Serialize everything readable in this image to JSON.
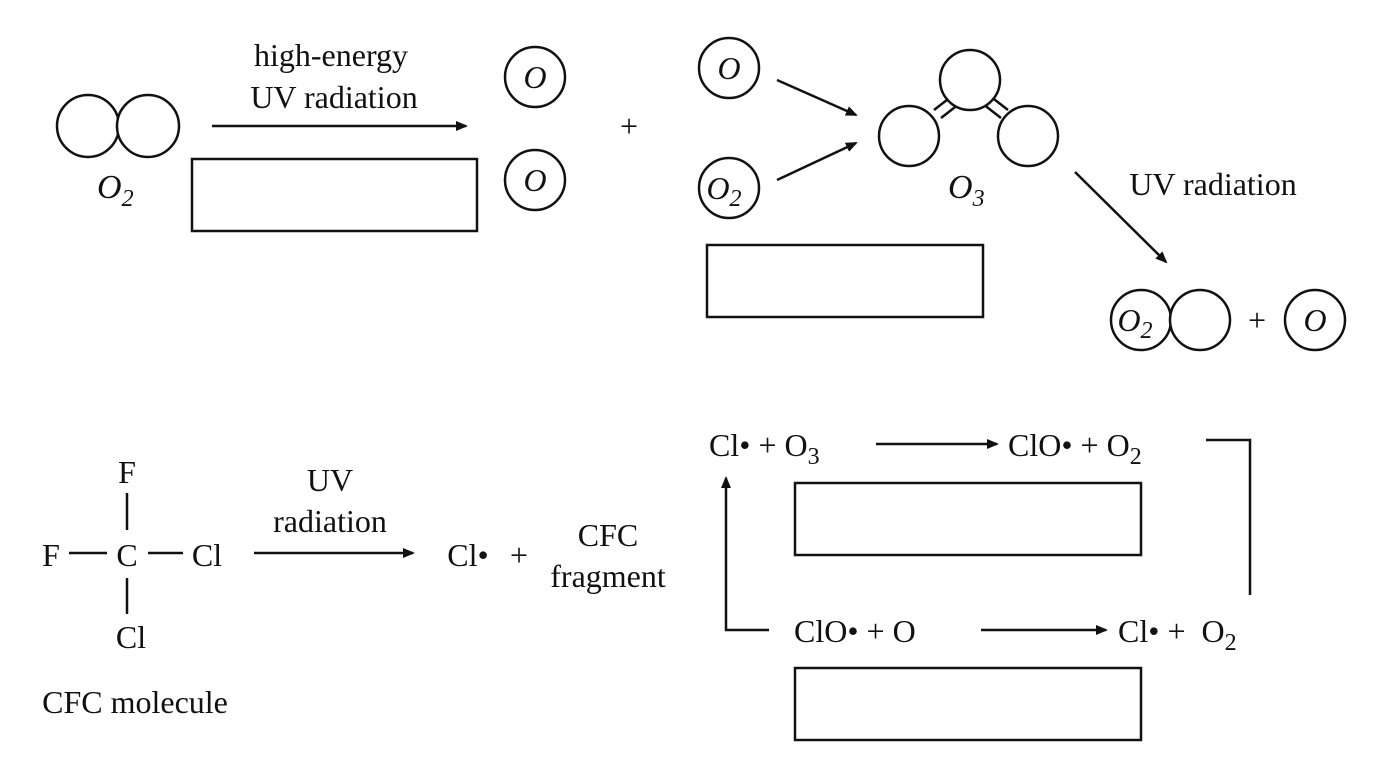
{
  "colors": {
    "ink": "#111111",
    "background": "#ffffff"
  },
  "ozone_formation": {
    "o2_label": "O",
    "o2_sub": "2",
    "uv_label_line1": "high-energy",
    "uv_label_line2": "UV radiation",
    "o_atom": "O",
    "plus": "+",
    "o2_small_label": "O",
    "o2_small_sub": "2",
    "o3_label": "O",
    "o3_sub": "3",
    "uv_radiation": "UV radiation",
    "product_o2": "O",
    "product_o2_sub": "2",
    "product_plus": "+",
    "product_o": "O"
  },
  "cfc": {
    "f_top": "F",
    "f_left": "F",
    "carbon": "C",
    "cl_right": "Cl",
    "cl_bottom": "Cl",
    "molecule_caption": "CFC molecule",
    "uv_line1": "UV",
    "uv_line2": "radiation",
    "cl_radical": "Cl•",
    "plus": "+",
    "fragment_line1": "CFC",
    "fragment_line2": "fragment"
  },
  "cycle": {
    "r1_left": "Cl• + O",
    "r1_left_sub": "3",
    "r1_right": "ClO• + O",
    "r1_right_sub": "2",
    "r2_left": "ClO• + O",
    "r2_right": "Cl• +  O",
    "r2_right_sub": "2"
  }
}
